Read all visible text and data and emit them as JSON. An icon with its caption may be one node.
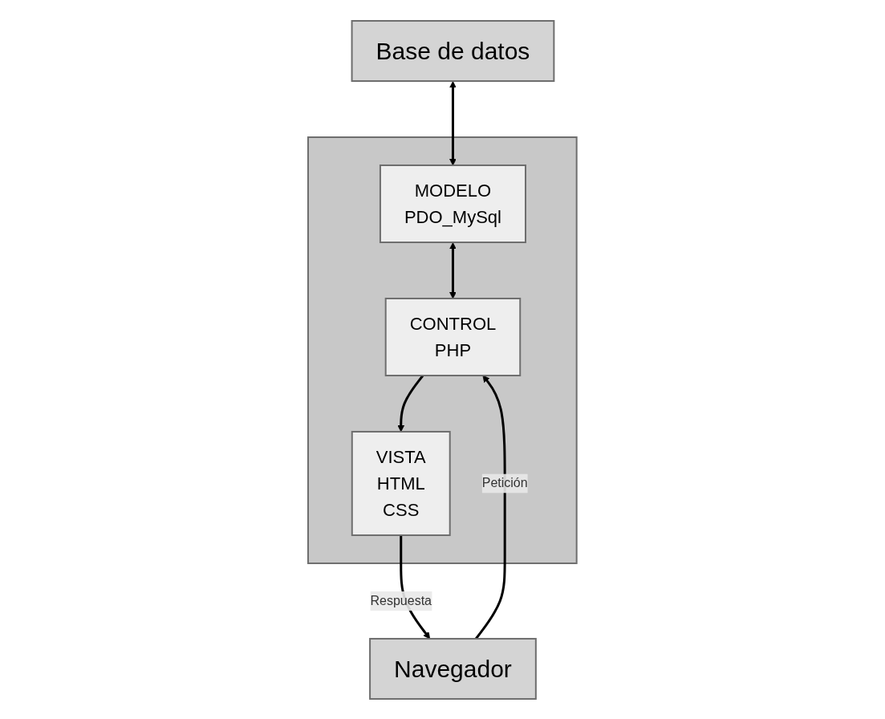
{
  "diagram": {
    "nodes": [
      {
        "text": [
          "Base de datos"
        ]
      },
      {
        "text": [],
        "shape": "box"
      },
      {
        "text": [
          "MODELO",
          "PDO_MySql"
        ],
        "in": 1
      },
      {
        "text": [
          "CONTROL",
          "PHP"
        ],
        "in": 1
      },
      {
        "text": [
          "VISTA",
          "HTML",
          "CSS"
        ],
        "in": 1
      },
      {
        "text": [
          "Navegador"
        ]
      }
    ],
    "edges": [
      {
        "from": 0,
        "to": 2,
        "arrow": "both"
      },
      {
        "from": 2,
        "to": 3,
        "arrow": "both"
      },
      {
        "from": 3,
        "to": 4,
        "arrow": "to"
      },
      {
        "from": 5,
        "to": 3,
        "arrow": "to",
        "label": "Petición"
      },
      {
        "from": 4,
        "to": 5,
        "arrow": "to",
        "label": "Respuesta"
      }
    ]
  }
}
